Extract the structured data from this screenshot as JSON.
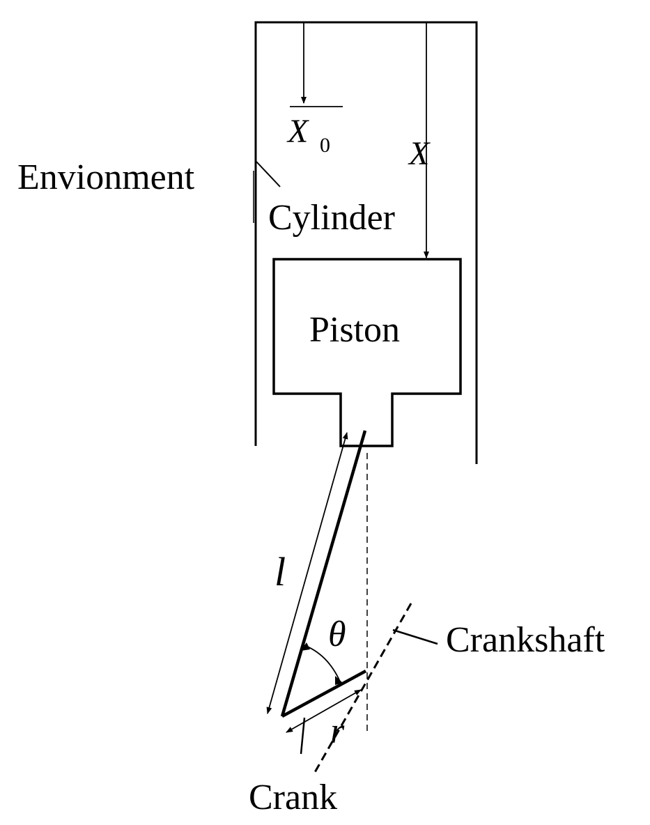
{
  "labels": {
    "environment": "Envionment",
    "cylinder": "Cylinder",
    "piston": "Piston",
    "crankshaft": "Crankshaft",
    "crank": "Crank"
  },
  "symbols": {
    "x0_base": "X",
    "x0_sub": "0",
    "x": "X",
    "rod_length": "l",
    "angle": "θ",
    "crank_radius": "r"
  },
  "colors": {
    "stroke": "#000000",
    "background": "#ffffff"
  }
}
